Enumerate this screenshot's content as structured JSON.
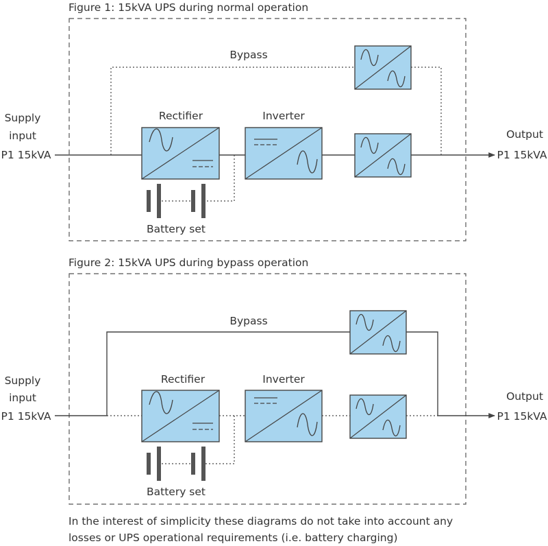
{
  "colors": {
    "box_fill": "#a8d5ef",
    "line": "#444444",
    "frame": "#555555",
    "text": "#333333",
    "battery": "#555555"
  },
  "icons": {
    "converter": "ac-dc-converter-icon",
    "battery": "battery-icon"
  },
  "figure1": {
    "title": "Figure 1: 15kVA UPS during normal operation",
    "supply_label_1": "Supply",
    "supply_label_2": "input",
    "supply_label_3": "P1 15kVA",
    "output_label_1": "Output",
    "output_label_2": "P1 15kVA",
    "rectifier": "Rectifier",
    "inverter": "Inverter",
    "bypass": "Bypass",
    "battery": "Battery set"
  },
  "figure2": {
    "title": "Figure 2: 15kVA UPS during bypass operation",
    "supply_label_1": "Supply",
    "supply_label_2": "input",
    "supply_label_3": "P1 15kVA",
    "output_label_1": "Output",
    "output_label_2": "P1 15kVA",
    "rectifier": "Rectifier",
    "inverter": "Inverter",
    "bypass": "Bypass",
    "battery": "Battery set"
  },
  "note": {
    "line1": "In the interest of simplicity these diagrams do not take into account any",
    "line2": "losses or UPS operational requirements (i.e. battery charging)"
  }
}
